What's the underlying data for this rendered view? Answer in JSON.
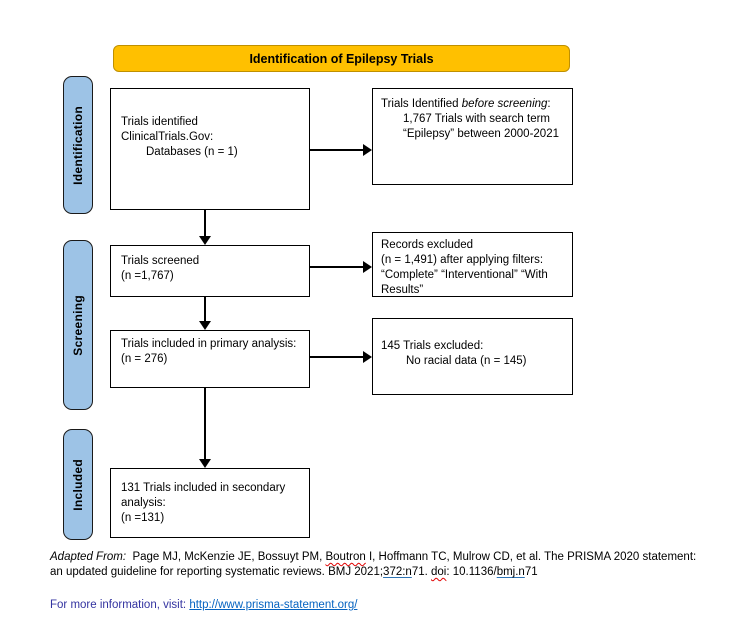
{
  "banner": {
    "title": "Identification of Epilepsy Trials"
  },
  "colors": {
    "banner_fill": "#FFC000",
    "banner_border": "#BF9000",
    "stage_fill": "#9DC3E6",
    "hyperlink_blue": "#0563C1",
    "info_label_blue": "#3333A0",
    "spellcheck_red": "#E00000",
    "grammar_underline_blue": "#2E74B5"
  },
  "stages": {
    "identification": "Identification",
    "screening": "Screening",
    "included": "Included"
  },
  "flow": {
    "identified": {
      "line1": "Trials identified",
      "line2": "ClinicalTrials.Gov:",
      "indent": "Databases (n = 1)"
    },
    "screened": {
      "line1": "Trials screened",
      "line2": "(n =1,767)"
    },
    "primary": {
      "line1": "Trials included in primary analysis:",
      "line2": "(n = 276)"
    },
    "secondary": {
      "line1": "131 Trials included in secondary analysis:",
      "line2": "(n =131)"
    }
  },
  "side": {
    "before_screening": {
      "prefix": "Trials Identified ",
      "italic": "before screening",
      "suffix": ":",
      "body": "1,767 Trials with search term “Epilepsy” between 2000-2021"
    },
    "records_excluded": {
      "line1": "Records excluded",
      "line2": "(n = 1,491) after applying filters:",
      "line3": "“Complete” “Interventional” “With Results”"
    },
    "trials_excluded": {
      "line1": "145 Trials excluded:",
      "indent": "No racial data (n = 145)"
    }
  },
  "footer": {
    "citation": {
      "lead_italic": "Adapted From:",
      "part1": "  Page MJ, McKenzie JE, Bossuyt PM, ",
      "misspelled1": "Boutron",
      "part2": " I, Hoffmann TC, Mulrow CD, et al. The PRISMA 2020 statement: an updated guideline for reporting systematic reviews. BMJ 2021;",
      "link_fragment1": "372:n",
      "part3": "71. ",
      "misspelled2": "doi",
      "part4": ": 10.1136/",
      "link_fragment2": "bmj.n",
      "part5": "71"
    },
    "info": {
      "label": "For more information, visit: ",
      "link": "http://www.prisma-statement.org/"
    }
  }
}
